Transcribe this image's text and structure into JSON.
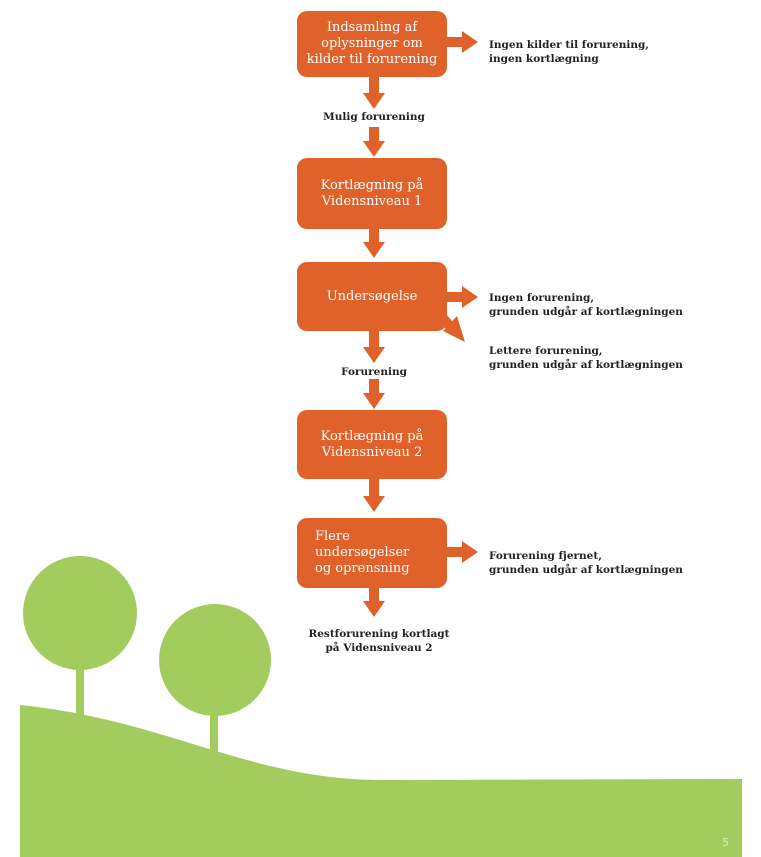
{
  "flowchart": {
    "boxes": [
      {
        "id": "indsamling",
        "text": "Indsamling af\noplysninger om\nkilder til forurening"
      },
      {
        "id": "kortlaegning-1",
        "text": "Kortlægning på\nVidensniveau 1"
      },
      {
        "id": "undersoegelse",
        "text": "Undersøgelse"
      },
      {
        "id": "kortlaegning-2",
        "text": "Kortlægning på\nVidensniveau 2"
      },
      {
        "id": "flere-undersoegelser",
        "text": "Flere\nundersøgelser\nog oprensning"
      }
    ],
    "connector_labels": {
      "mulig_forurening": "Mulig forurening",
      "forurening": "Forurening",
      "restforurening": "Restforurening kortlagt\npå Vidensniveau 2"
    },
    "outcomes": {
      "ingen_kilder": "Ingen kilder til forurening,\ningen kortlægning",
      "ingen_forurening": "Ingen forurening,\ngrunden udgår af kortlægningen",
      "lettere_forurening": "Lettere forurening,\ngrunden udgår af kortlægningen",
      "forurening_fjernet": "Forurening fjernet,\ngrunden udgår af kortlægningen"
    }
  },
  "page_number": "5",
  "colors": {
    "box": "#e0622a",
    "arrow": "#e0622a",
    "landscape": "#a3cc5f",
    "text": "#222222"
  }
}
